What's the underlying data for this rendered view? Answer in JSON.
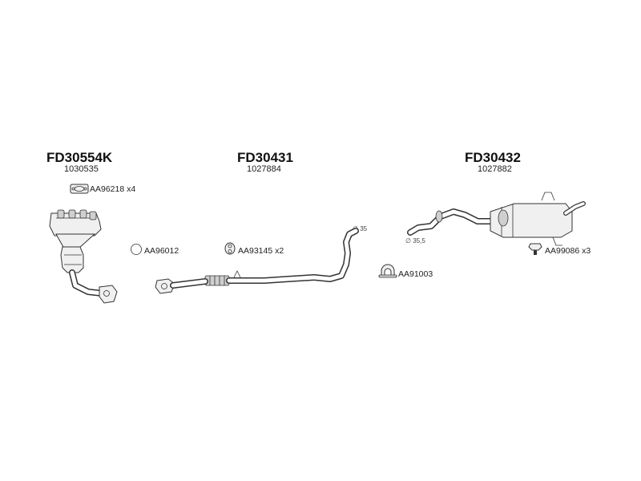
{
  "parts": [
    {
      "code": "FD30554K",
      "oe": "1030535",
      "icon": "catalytic-manifold-icon"
    },
    {
      "code": "FD30431",
      "oe": "1027884",
      "icon": "front-pipe-icon",
      "diameter": "∅ 35"
    },
    {
      "code": "FD30432",
      "oe": "1027882",
      "icon": "rear-silencer-icon",
      "diameter": "∅ 35,5"
    }
  ],
  "accessories": [
    {
      "label": "AA96218 x4",
      "icon": "manifold-gasket-icon"
    },
    {
      "label": "AA96012",
      "icon": "ring-gasket-icon"
    },
    {
      "label": "AA93145 x2",
      "icon": "rubber-mount-icon"
    },
    {
      "label": "AA91003",
      "icon": "pipe-clamp-icon"
    },
    {
      "label": "AA99086 x3",
      "icon": "bolt-icon"
    }
  ]
}
